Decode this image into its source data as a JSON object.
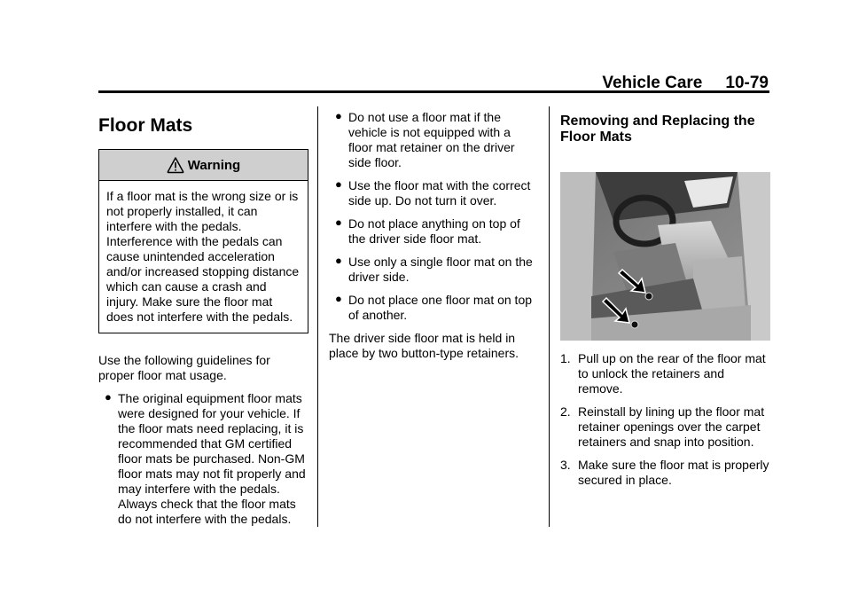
{
  "header": {
    "section": "Vehicle Care",
    "page": "10-79"
  },
  "col1": {
    "title": "Floor Mats",
    "warning": {
      "heading": "Warning",
      "text": "If a floor mat is the wrong size or is not properly installed, it can interfere with the pedals. Interference with the pedals can cause unintended acceleration and/or increased stopping distance which can cause a crash and injury. Make sure the floor mat does not interfere with the pedals."
    },
    "intro": "Use the following guidelines for proper floor mat usage.",
    "bullets": [
      "The original equipment floor mats were designed for your vehicle. If the floor mats need replacing, it is recommended that GM certified floor mats be purchased. Non-GM floor mats may not fit properly and may interfere with the pedals. Always check that the floor mats do not interfere with the pedals."
    ]
  },
  "col2": {
    "bullets": [
      "Do not use a floor mat if the vehicle is not equipped with a floor mat retainer on the driver side floor.",
      "Use the floor mat with the correct side up. Do not turn it over.",
      "Do not place anything on top of the driver side floor mat.",
      "Use only a single floor mat on the driver side.",
      "Do not place one floor mat on top of another."
    ],
    "closing": "The driver side floor mat is held in place by two button-type retainers."
  },
  "col3": {
    "heading": "Removing and Replacing the Floor Mats",
    "steps": [
      {
        "num": "1.",
        "text": "Pull up on the rear of the floor mat to unlock the retainers and remove."
      },
      {
        "num": "2.",
        "text": "Reinstall by lining up the floor mat retainer openings over the carpet retainers and snap into position."
      },
      {
        "num": "3.",
        "text": "Make sure the floor mat is properly secured in place."
      }
    ]
  },
  "colors": {
    "warning_header_bg": "#cfcfcf"
  },
  "icons": {
    "warning": "warning-triangle-icon",
    "bullet": "bullet-dot"
  }
}
